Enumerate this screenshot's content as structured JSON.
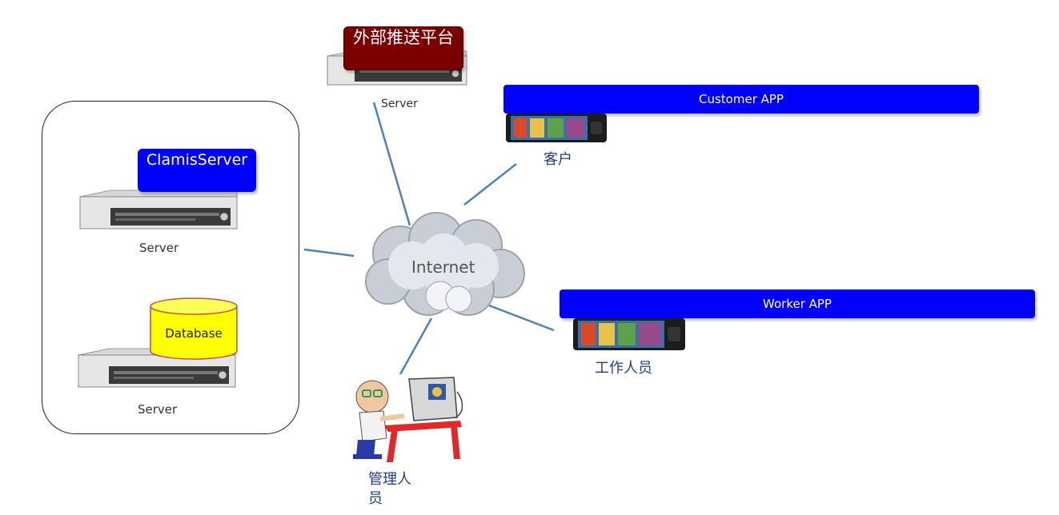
{
  "push_platform": {
    "label": "外部推送平台",
    "server_label": "Server"
  },
  "cloud": {
    "label": "Internet"
  },
  "clamis": {
    "label": "ClamisServer",
    "server_label": "Server"
  },
  "database": {
    "label": "Database",
    "server_label": "Server"
  },
  "customer": {
    "bar_label": "Customer APP",
    "label": "客户"
  },
  "worker": {
    "bar_label": "Worker APP",
    "label": "工作人员"
  },
  "admin": {
    "label": "管理人员"
  },
  "colors": {
    "accent": "#0000ff",
    "push": "#7b0000",
    "line": "#4f81bd",
    "db": "#ffff00"
  }
}
